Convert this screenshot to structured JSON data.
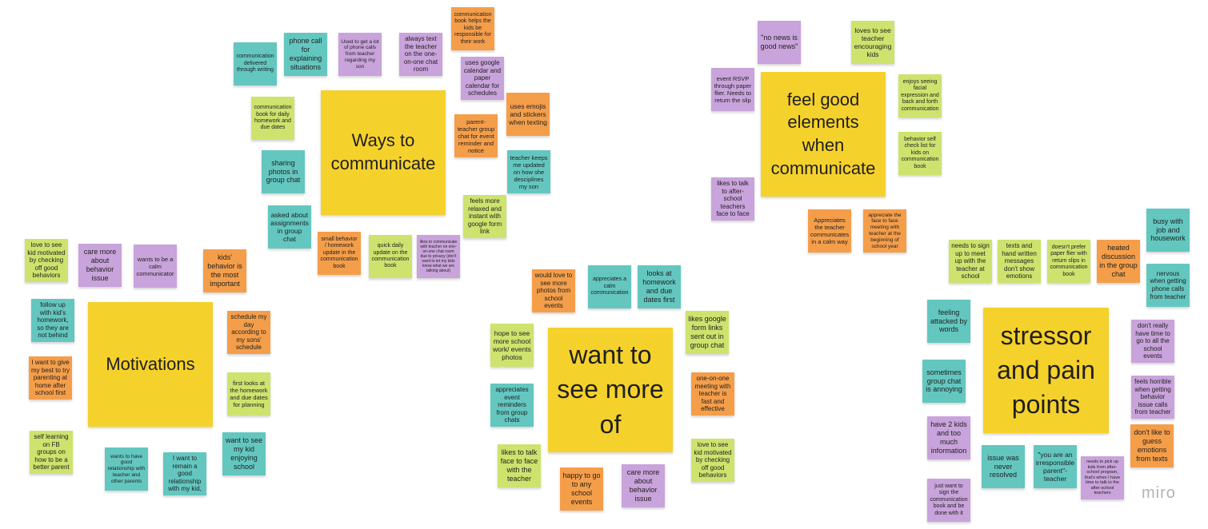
{
  "colors": {
    "yellow": "#f5d12c",
    "teal": "#63c7c0",
    "purple": "#c9a3db",
    "orange": "#f59e4a",
    "lime": "#cde36e"
  },
  "logo": "miro",
  "groups": [
    {
      "id": "ways",
      "notes": [
        {
          "text": "Ways to communicate",
          "color": "yellow",
          "size": "big"
        },
        {
          "text": "communication delivered through writing",
          "color": "teal"
        },
        {
          "text": "phone call for explaining situations",
          "color": "teal"
        },
        {
          "text": "Used to get a lot of phone calls from teacher regarding my son",
          "color": "purple"
        },
        {
          "text": "always text the teacher on the one-on-one chat room",
          "color": "purple"
        },
        {
          "text": "communication book helps the kids be responsible for their work",
          "color": "orange"
        },
        {
          "text": "uses google calendar and paper calendar for schedules",
          "color": "purple"
        },
        {
          "text": "communication book for daily homework and due dates",
          "color": "lime"
        },
        {
          "text": "uses emojis and stickers when texting",
          "color": "orange"
        },
        {
          "text": "parent-teacher group chat for event reminder and notice",
          "color": "orange"
        },
        {
          "text": "sharing photos in group chat",
          "color": "teal"
        },
        {
          "text": "teacher keeps me updated on how she desciplines my son",
          "color": "teal"
        },
        {
          "text": "feels more relaxed and instant with google form link",
          "color": "lime"
        },
        {
          "text": "asked about assignments in group chat",
          "color": "teal"
        },
        {
          "text": "small behavior / homework update in the communication book",
          "color": "orange"
        },
        {
          "text": "quick daily update on the communication book",
          "color": "lime"
        },
        {
          "text": "likes to communicate with teacher on one-on-one chat room due to privacy (don't want to let my kids know what we are talking about)",
          "color": "purple"
        }
      ]
    },
    {
      "id": "feelgood",
      "notes": [
        {
          "text": "feel good elements when communicate",
          "color": "yellow",
          "size": "big"
        },
        {
          "text": "\"no news is good news\"",
          "color": "purple"
        },
        {
          "text": "loves to see teacher encouraging kids",
          "color": "lime"
        },
        {
          "text": "event RSVP through paper flier. Needs to return the slip",
          "color": "purple"
        },
        {
          "text": "enjoys seeing facial expression and back and forth communication",
          "color": "lime"
        },
        {
          "text": "behavior self check list for kids on communication book",
          "color": "lime"
        },
        {
          "text": "likes to talk to after-school teachers face to face",
          "color": "purple"
        },
        {
          "text": "Appreciates the teacher communicates in a calm way",
          "color": "orange"
        },
        {
          "text": "appreciate the face to face meeting with teacher at the beginning of school year",
          "color": "orange"
        }
      ]
    },
    {
      "id": "motivations",
      "notes": [
        {
          "text": "Motivations",
          "color": "yellow",
          "size": "big"
        },
        {
          "text": "love to see kid motivated by checking off good behaviors",
          "color": "lime"
        },
        {
          "text": "care more about behavior issue",
          "color": "purple"
        },
        {
          "text": "wants to be a calm communicator",
          "color": "purple"
        },
        {
          "text": "kids' behavior is the most important",
          "color": "orange"
        },
        {
          "text": "follow up with kid's homework, so they are not behind",
          "color": "teal"
        },
        {
          "text": "schedule my day according to my sons' schedule",
          "color": "orange"
        },
        {
          "text": "I want to give my best to try parenting at home after school first",
          "color": "orange"
        },
        {
          "text": "first looks at the homework and due dates for planning",
          "color": "lime"
        },
        {
          "text": "self learning on FB groups on how to be a better parent",
          "color": "lime"
        },
        {
          "text": "wants to have good relationship with teacher and other parents",
          "color": "teal"
        },
        {
          "text": "I want to remain a good relationship with my kid,",
          "color": "teal"
        },
        {
          "text": "want to see my kid enjoying school",
          "color": "teal"
        }
      ]
    },
    {
      "id": "wantmore",
      "notes": [
        {
          "text": "want to see more of",
          "color": "yellow",
          "size": "huge"
        },
        {
          "text": "would love to see more photos from school events",
          "color": "orange"
        },
        {
          "text": "appreciates a calm communication",
          "color": "teal"
        },
        {
          "text": "looks at homework and due dates first",
          "color": "teal"
        },
        {
          "text": "likes google form links sent out in group chat",
          "color": "lime"
        },
        {
          "text": "hope to see more school work/ events photos",
          "color": "lime"
        },
        {
          "text": "appreciates event reminders from group chats",
          "color": "teal"
        },
        {
          "text": "one-on-one meeting with teacher is fast and effective",
          "color": "orange"
        },
        {
          "text": "love to see kid motivated by checking off good behaviors",
          "color": "lime"
        },
        {
          "text": "likes to talk face to face with the teacher",
          "color": "lime"
        },
        {
          "text": "happy to go to any school events",
          "color": "orange"
        },
        {
          "text": "care more about behavior issue",
          "color": "purple"
        }
      ]
    },
    {
      "id": "stressor",
      "notes": [
        {
          "text": "stressor and pain points",
          "color": "yellow",
          "size": "huge"
        },
        {
          "text": "busy with job and housework",
          "color": "teal"
        },
        {
          "text": "needs to sign up to meet up with the teacher at school",
          "color": "lime"
        },
        {
          "text": "texts and hand written messages don't show emotions",
          "color": "lime"
        },
        {
          "text": "doesn't prefer paper flier with return slips in communication book",
          "color": "lime"
        },
        {
          "text": "heated discussion in the group chat",
          "color": "orange"
        },
        {
          "text": "nervous when getting phone calls from teacher",
          "color": "teal"
        },
        {
          "text": "feeling attacked by words",
          "color": "teal"
        },
        {
          "text": "don't really have time to go to all the school events",
          "color": "purple"
        },
        {
          "text": "sometimes group chat is annoying",
          "color": "teal"
        },
        {
          "text": "feels horrible when getting behavior issue calls from teacher",
          "color": "purple"
        },
        {
          "text": "have 2 kids and too much information",
          "color": "purple"
        },
        {
          "text": "don't like to guess emotions from texts",
          "color": "orange"
        },
        {
          "text": "issue was never resolved",
          "color": "teal"
        },
        {
          "text": "\"you are an irresponsible parent\"- teacher",
          "color": "teal"
        },
        {
          "text": "needs to pick up kids from after-school program, that's when I have time to talk to the after-school teachers",
          "color": "purple"
        },
        {
          "text": "just want to sign the communication book and be done with it",
          "color": "purple"
        }
      ]
    }
  ]
}
